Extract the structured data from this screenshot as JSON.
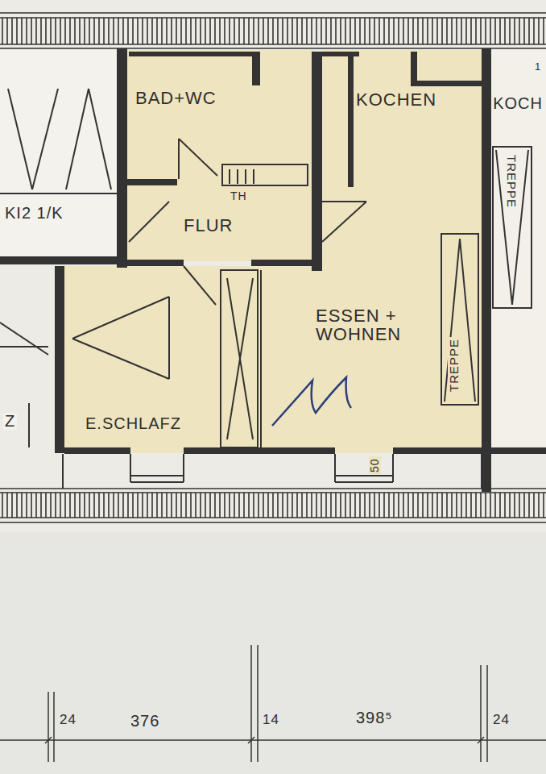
{
  "diagram": {
    "labels": [
      "BAD+WC",
      "KOCHEN",
      "1",
      "KOCH",
      "TREPPE",
      "KI2 1/K",
      "TH",
      "FLUR",
      "TREPPE",
      "ESSEN + WOHNEN",
      "Z",
      "E.SCHLAFZ",
      "50",
      "24",
      "376",
      "14",
      "398⁵",
      "24"
    ]
  }
}
